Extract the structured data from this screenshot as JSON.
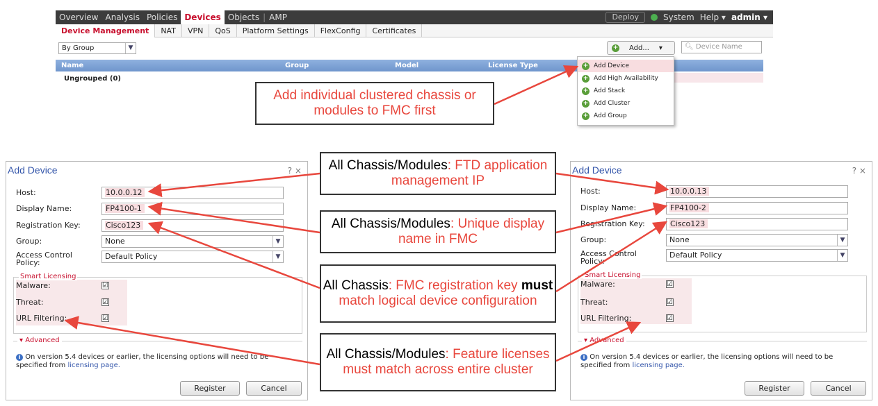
{
  "fmc": {
    "menu": [
      "Overview",
      "Analysis",
      "Policies",
      "Devices",
      "Objects",
      "AMP"
    ],
    "menu_active": "Devices",
    "deploy": "Deploy",
    "system": "System",
    "help": "Help ▾",
    "admin": "admin ▾",
    "subtabs": [
      "Device Management",
      "NAT",
      "VPN",
      "QoS",
      "Platform Settings",
      "FlexConfig",
      "Certificates"
    ],
    "group_select": "By Group",
    "add_button": "Add...",
    "search_placeholder": "Device Name",
    "columns": [
      "Name",
      "Group",
      "Model",
      "License Type"
    ],
    "ungrouped": "Ungrouped (0)",
    "add_menu": [
      "Add Device",
      "Add High Availability",
      "Add Stack",
      "Add Cluster",
      "Add Group"
    ]
  },
  "callouts": {
    "c1": "Add individual clustered chassis or modules to FMC first",
    "c2_key": "All Chassis/Modules",
    "c2_text": ": FTD application management IP",
    "c3_key": "All Chassis/Modules",
    "c3_text": ": Unique display name in FMC",
    "c4_key": "All Chassis",
    "c4_text1": ": FMC registration key ",
    "c4_must": "must",
    "c4_text2": " match logical device configuration",
    "c5_key": "All Chassis/Modules",
    "c5_text": ": Feature licenses must match across entire cluster"
  },
  "dialog_common": {
    "title": "Add Device",
    "controls": "? ×",
    "host_label": "Host:",
    "display_label": "Display Name:",
    "regkey_label": "Registration Key:",
    "group_label": "Group:",
    "acp_label": "Access Control Policy:",
    "group_value": "None",
    "acp_value": "Default Policy",
    "smart_licensing": "Smart Licensing",
    "malware": "Malware:",
    "threat": "Threat:",
    "url": "URL Filtering:",
    "check": "☑",
    "advanced": "▾ Advanced",
    "info_text": "On version 5.4 devices or earlier, the licensing options will need to be specified from",
    "info_link": "licensing page.",
    "register": "Register",
    "cancel": "Cancel"
  },
  "dialog_left": {
    "host": "10.0.0.12",
    "display": "FP4100-1",
    "regkey": "Cisco123"
  },
  "dialog_right": {
    "host": "10.0.0.13",
    "display": "FP4100-2",
    "regkey": "Cisco123"
  },
  "colors": {
    "accent": "#e8473d",
    "brand_red": "#c8102e",
    "header_blue": "#7fa3d6"
  }
}
